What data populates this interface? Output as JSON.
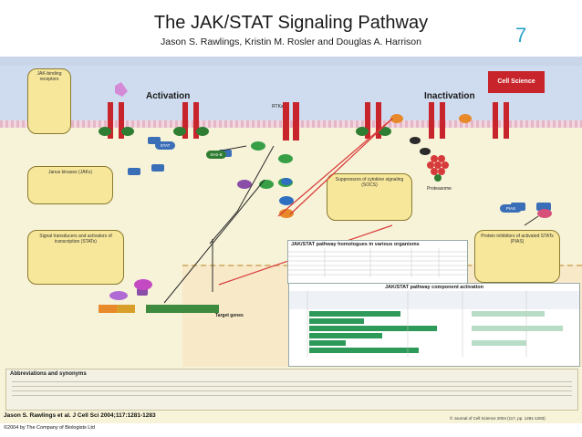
{
  "header": {
    "title": "The JAK/STAT Signaling Pathway",
    "authors": "Jason S. Rawlings, Kristin M. Rosler and Douglas A. Harrison",
    "slide_number": "7"
  },
  "poster": {
    "logo_text": "Cell Science",
    "activation_label": "Activation",
    "inactivation_label": "Inactivation",
    "rtks_label": "RTKs",
    "receptor_callout": "JAK-binding receptors",
    "jak_callout": "Janus kinases (JAKs)",
    "stat_callout": "Signal transducers and activators of transcription (STATs)",
    "socs_callout": "Suppressors of cytokine signaling (SOCS)",
    "pias_callout": "Protein inhibitors of activated STATs (PIAS)",
    "proteasome_label": "Proteasome",
    "pias_tag": "PIAS",
    "target_genes_label": "Target genes",
    "stat_tag": "STAT",
    "sh2b_tag": "SH2-B",
    "homologues_title": "JAK/STAT pathway homologues in various organisms",
    "component_title": "JAK/STAT pathway component activation",
    "abbreviations_title": "Abbreviations and synonyms"
  },
  "footer": {
    "citation": "Jason S. Rawlings et al. J Cell Sci 2004;117:1281-1283",
    "copyright": "©2004 by The Company of Biologists Ltd",
    "journal_ref": "© Journal of Cell Science 2004 (117, pp. 1281-1283)"
  },
  "colors": {
    "receptor": "#c8242b",
    "stat": "#3a6fb8",
    "socs": "#e8892a",
    "proteasome": "#d63a3a",
    "callout_fill": "#f7e79a",
    "arrow": "#d83a3a"
  }
}
